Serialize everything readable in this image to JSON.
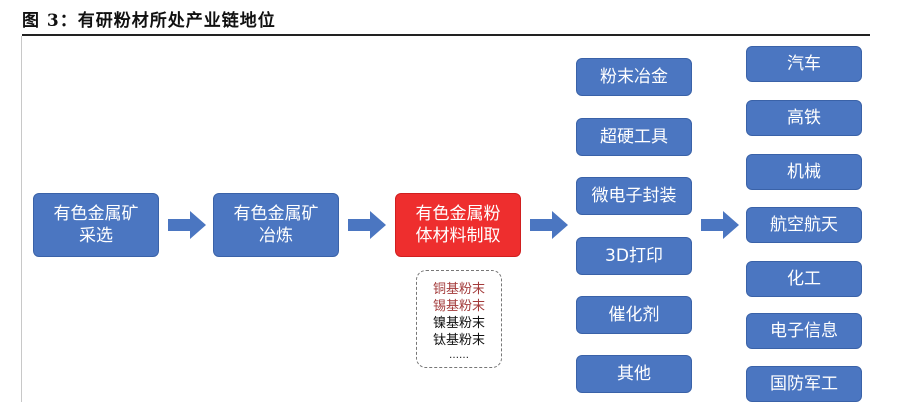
{
  "title": "图 3：有研粉材所处产业链地位",
  "chain": [
    {
      "line1": "有色金属矿",
      "line2": "采选"
    },
    {
      "line1": "有色金属矿",
      "line2": "冶炼"
    },
    {
      "line1": "有色金属粉",
      "line2": "体材料制取"
    }
  ],
  "powders": [
    {
      "label": "铜基粉末",
      "color": "#a33b3b"
    },
    {
      "label": "锡基粉末",
      "color": "#a33b3b"
    },
    {
      "label": "镍基粉末",
      "color": "#111111"
    },
    {
      "label": "钛基粉末",
      "color": "#111111"
    },
    {
      "label": "……",
      "color": "#111111"
    }
  ],
  "midstream": [
    "粉末冶金",
    "超硬工具",
    "微电子封装",
    "3D打印",
    "催化剂",
    "其他"
  ],
  "downstream": [
    "汽车",
    "高铁",
    "机械",
    "航空航天",
    "化工",
    "电子信息",
    "国防军工"
  ],
  "colors": {
    "blue": "#4b76c1",
    "red": "#ee2e2e",
    "arrow": "#4b76c1"
  }
}
